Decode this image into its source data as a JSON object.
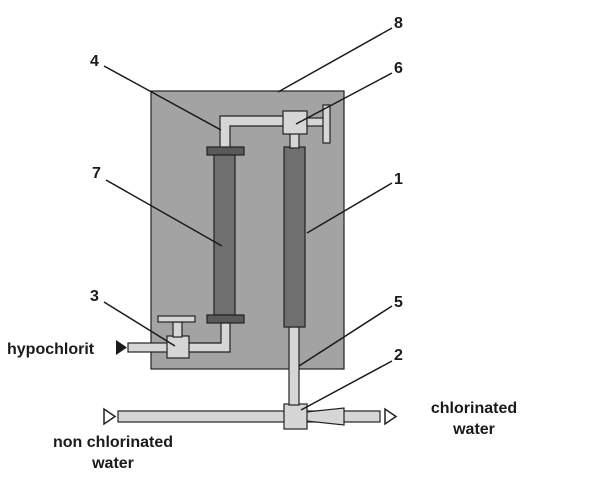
{
  "labels": {
    "n1": "1",
    "n2": "2",
    "n3": "3",
    "n4": "4",
    "n5": "5",
    "n6": "6",
    "n7": "7",
    "n8": "8",
    "hypochlorit": "hypochlorit",
    "non_chlorinated_line1": "non chlorinated",
    "non_chlorinated_line2": "water",
    "chlorinated_line1": "chlorinated",
    "chlorinated_line2": "water"
  },
  "colors": {
    "panel": "#a3a3a3",
    "pipe": "#d6d6d6",
    "column": "#6f6f6f",
    "cap": "#5a5a5a",
    "outline": "#222222",
    "text": "#1a1a1a"
  }
}
